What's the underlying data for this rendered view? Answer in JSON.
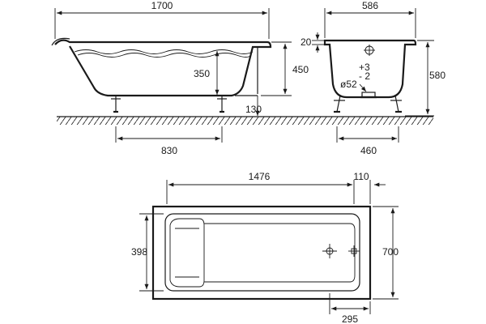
{
  "dimensions": {
    "overall_length": "1700",
    "overall_width_side": "586",
    "rim_offset": "20",
    "inner_depth": "350",
    "overall_height_side": "450",
    "floor_clearance": "130",
    "leg_spacing_long": "830",
    "overall_height_end": "580",
    "drain_tolerance_plus": "+3",
    "drain_tolerance_minus": "- 2",
    "drain_diameter": "ø52",
    "leg_spacing_short": "460",
    "inner_length": "1476",
    "drain_offset": "110",
    "inner_width": "398",
    "overall_width_plan": "700",
    "drain_position": "295"
  },
  "colors": {
    "line": "#1a1a1a",
    "background": "#ffffff"
  }
}
